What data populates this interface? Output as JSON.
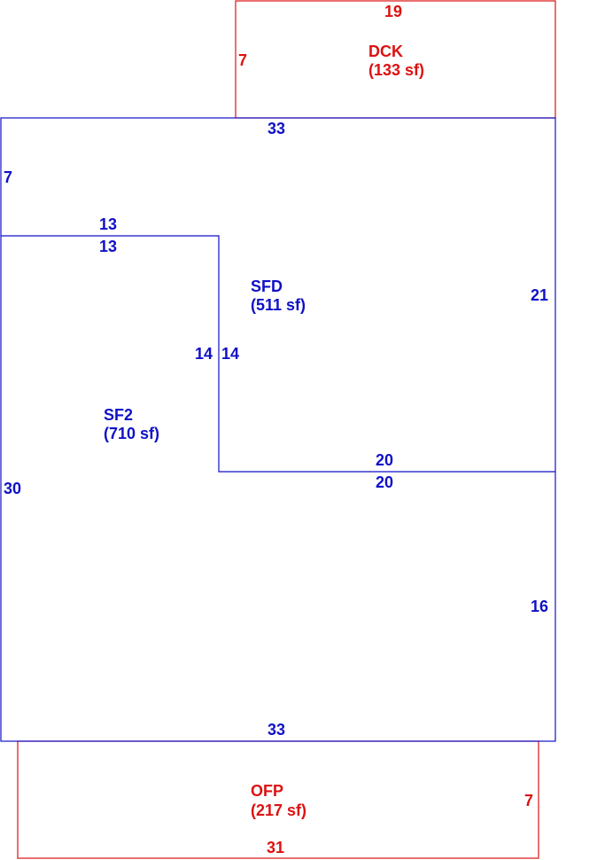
{
  "colors": {
    "main": "#1010c8",
    "accessory": "#dd1111"
  },
  "areas": {
    "dck": {
      "code": "DCK",
      "area": "(133 sf)",
      "dim_top": "19",
      "dim_left": "7"
    },
    "sfd": {
      "code": "SFD",
      "area": "(511 sf)",
      "dim_top": "33",
      "dim_left": "7",
      "dim_right": "21",
      "dim_inner_left": "14",
      "dim_bottom": "20",
      "dim_notch_top": "13"
    },
    "sf2": {
      "code": "SF2",
      "area": "(710 sf)",
      "dim_top": "13",
      "dim_left": "30",
      "dim_inner_right": "14",
      "dim_inner_bottom": "20",
      "dim_right": "16",
      "dim_bottom": "33"
    },
    "ofp": {
      "code": "OFP",
      "area": "(217 sf)",
      "dim_right": "7",
      "dim_bottom": "31"
    }
  }
}
